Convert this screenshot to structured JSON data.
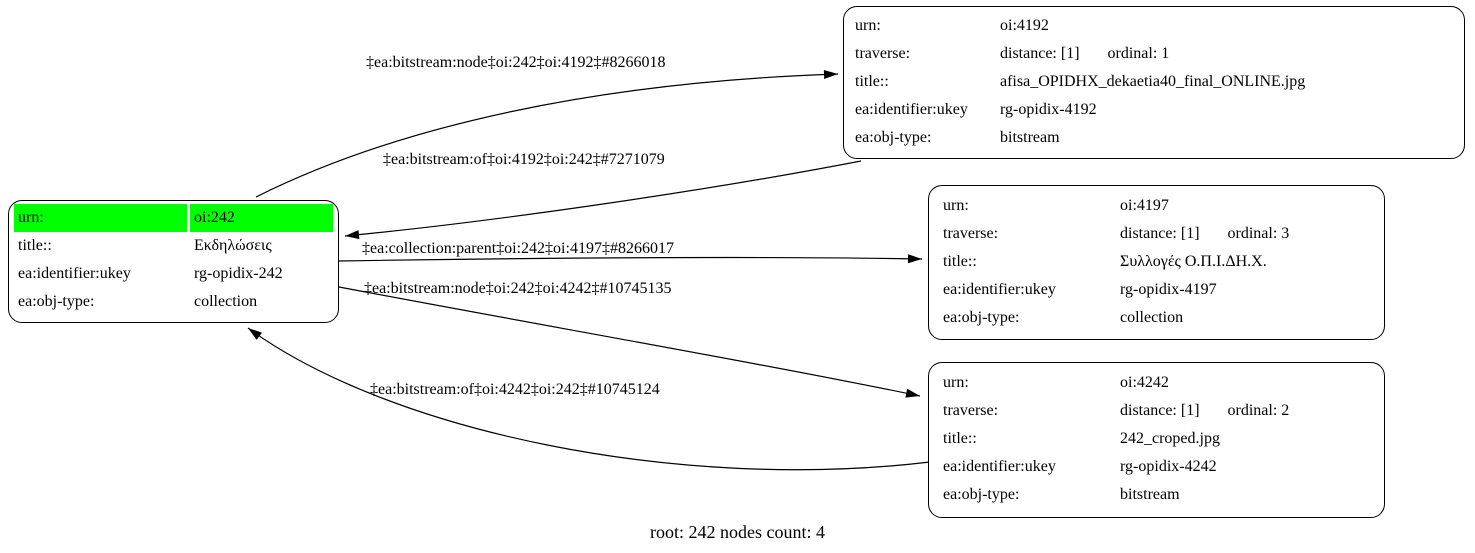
{
  "caption": "root: 242 nodes count: 4",
  "colors": {
    "highlight": "#00ff00",
    "stroke": "#000000",
    "background": "#ffffff"
  },
  "nodes": [
    {
      "id": "oi:242",
      "rows": [
        {
          "key": "urn:",
          "value": "oi:242",
          "highlight": true
        },
        {
          "key": "title::",
          "value": "Εκδηλώσεις"
        },
        {
          "key": "ea:identifier:ukey",
          "value": "rg-opidix-242"
        },
        {
          "key": "ea:obj-type:",
          "value": "collection"
        }
      ]
    },
    {
      "id": "oi:4192",
      "rows": [
        {
          "key": "urn:",
          "value": "oi:4192"
        },
        {
          "key": "traverse:",
          "value": "distance: [1]",
          "value2": "ordinal: 1"
        },
        {
          "key": "title::",
          "value": "afisa_OPIDHX_dekaetia40_final_ONLINE.jpg"
        },
        {
          "key": "ea:identifier:ukey",
          "value": "rg-opidix-4192"
        },
        {
          "key": "ea:obj-type:",
          "value": "bitstream"
        }
      ]
    },
    {
      "id": "oi:4197",
      "rows": [
        {
          "key": "urn:",
          "value": "oi:4197"
        },
        {
          "key": "traverse:",
          "value": "distance: [1]",
          "value2": "ordinal: 3"
        },
        {
          "key": "title::",
          "value": "Συλλογές Ο.Π.Ι.ΔΗ.Χ."
        },
        {
          "key": "ea:identifier:ukey",
          "value": "rg-opidix-4197"
        },
        {
          "key": "ea:obj-type:",
          "value": "collection"
        }
      ]
    },
    {
      "id": "oi:4242",
      "rows": [
        {
          "key": "urn:",
          "value": "oi:4242"
        },
        {
          "key": "traverse:",
          "value": "distance: [1]",
          "value2": "ordinal: 2"
        },
        {
          "key": "title::",
          "value": "242_croped.jpg"
        },
        {
          "key": "ea:identifier:ukey",
          "value": "rg-opidix-4242"
        },
        {
          "key": "ea:obj-type:",
          "value": "bitstream"
        }
      ]
    }
  ],
  "edges": [
    {
      "label": "‡ea:bitstream:node‡oi:242‡oi:4192‡#8266018"
    },
    {
      "label": "‡ea:bitstream:of‡oi:4192‡oi:242‡#7271079"
    },
    {
      "label": "‡ea:collection:parent‡oi:242‡oi:4197‡#8266017"
    },
    {
      "label": "‡ea:bitstream:node‡oi:242‡oi:4242‡#10745135"
    },
    {
      "label": "‡ea:bitstream:of‡oi:4242‡oi:242‡#10745124"
    }
  ]
}
